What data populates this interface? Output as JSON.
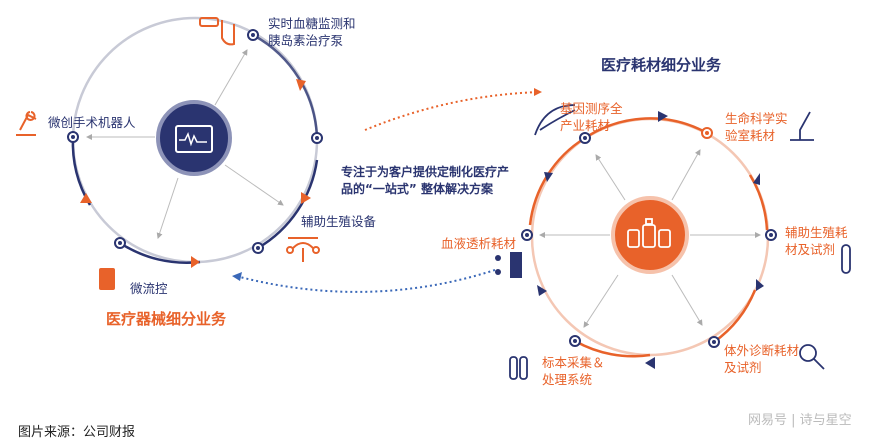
{
  "left_diagram": {
    "title": "医疗器械细分业务",
    "center_icon": "monitor-icon",
    "items": [
      {
        "line1": "实时血糖监测和",
        "line2": "胰岛素治疗泵",
        "icon": "glucose-monitor-icon"
      },
      {
        "line1": "微创手术机器人",
        "icon": "robot-arm-icon"
      },
      {
        "line1": "辅助生殖设备",
        "icon": "uterus-icon"
      },
      {
        "line1": "微流控",
        "icon": "chip-icon"
      }
    ]
  },
  "right_diagram": {
    "title": "医疗耗材细分业务",
    "center_icon": "bottles-icon",
    "items": [
      {
        "line1": "基因测序全",
        "line2": "产业耗材",
        "icon": "dna-icon"
      },
      {
        "line1": "生命科学实",
        "line2": "验室耗材",
        "icon": "microscope-icon"
      },
      {
        "line1": "辅助生殖耗",
        "line2": "材及试剂",
        "icon": "test-tube-icon"
      },
      {
        "line1": "体外诊断耗材",
        "line2": "及试剂",
        "icon": "magnifier-icon"
      },
      {
        "line1": "标本采集＆",
        "line2": "处理系统",
        "icon": "sample-tubes-icon"
      },
      {
        "line1": "血液透析耗材",
        "icon": "dialysis-icon"
      }
    ]
  },
  "middle_text": {
    "line1": "专注于为客户提供定制化医疗产",
    "line2": "品的“一站式” 整体解决方案"
  },
  "footer": {
    "source": "图片来源：公司财报",
    "watermark": "网易号 | 诗与星空"
  },
  "colors": {
    "navy": "#2a3470",
    "orange": "#e8622a"
  }
}
